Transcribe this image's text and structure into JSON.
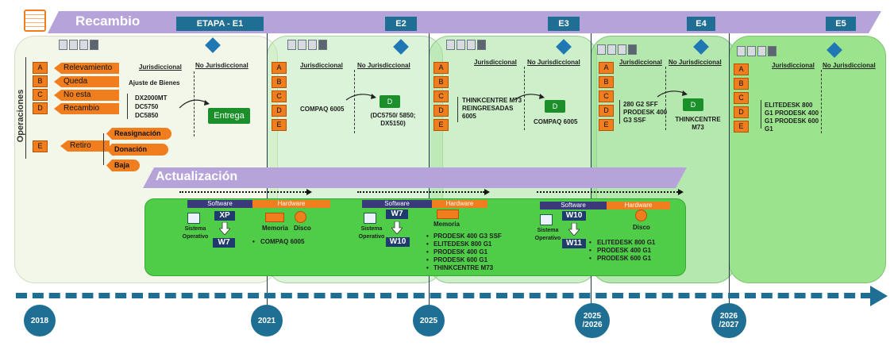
{
  "title": "Recambio",
  "actualizacion_label": "Actualización",
  "calendar_icon": "calendar-icon",
  "stages": [
    "ETAPA - E1",
    "E2",
    "E3",
    "E4",
    "E5"
  ],
  "years": [
    "2018",
    "2021",
    "2025",
    "2025 /2026",
    "2026 /2027"
  ],
  "side_label": "Operaciones",
  "letters": [
    "A",
    "B",
    "C",
    "D",
    "E"
  ],
  "e1": {
    "ops": [
      "Relevamiento",
      "Queda",
      "No esta",
      "Recambio",
      "Retiro"
    ],
    "retiro_options": [
      "Reasignación",
      "Donación",
      "Baja"
    ],
    "jurisdiccional": "Jurisdiccional",
    "no_jurisdiccional": "No Jurisdiccional",
    "ajuste": "Ajuste de Bienes",
    "models": [
      "DX2000MT",
      "DC5750",
      "DC5850"
    ],
    "entrega": "Entrega"
  },
  "e2": {
    "jurisdiccional": "Jurisdiccional",
    "no_jurisdiccional": "No Jurisdiccional",
    "model": "COMPAQ 6005",
    "d_box": "D",
    "d_note": "(DC5750/ 5850; DX5150)"
  },
  "e3": {
    "jurisdiccional": "Jurisdiccional",
    "no_jurisdiccional": "No Jurisdiccional",
    "models": "THINKCENTRE M73 REINGRESADAS 6005",
    "d_box": "D",
    "d_note": "COMPAQ 6005"
  },
  "e4": {
    "jurisdiccional": "Jurisdiccional",
    "no_jurisdiccional": "No Jurisdiccional",
    "models": "280 G2 SFF PRODESK 400 G3 SSF",
    "d_box": "D",
    "d_note": "THINKCENTRE M73"
  },
  "e5": {
    "jurisdiccional": "Jurisdiccional",
    "no_jurisdiccional": "No Jurisdiccional",
    "models": "ELITEDESK 800 G1 PRODESK 400 G1 PRODESK 600 G1"
  },
  "upd1": {
    "software": "Software",
    "hardware": "Hardware",
    "os_from": "XP",
    "os_to": "W7",
    "os_label": "Sistema Operativo",
    "memoria": "Memoria",
    "disco": "Disco",
    "models": [
      "COMPAQ 6005"
    ]
  },
  "upd2": {
    "software": "Software",
    "hardware": "Hardware",
    "os_from": "W7",
    "os_to": "W10",
    "os_label": "Sistema Operativo",
    "memoria": "Memoria",
    "models": [
      "PRODESK 400 G3 SSF",
      "ELITEDESK 800 G1",
      "PRODESK 400 G1",
      "PRODESK 600 G1",
      "THINKCENTRE M73"
    ]
  },
  "upd3": {
    "software": "Software",
    "hardware": "Hardware",
    "os_from": "W10",
    "os_to": "W11",
    "os_label": "Sistema Operativo",
    "disco": "Disco",
    "models": [
      "ELITEDESK 800 G1",
      "PRODESK 400 G1",
      "PRODESK 600 G1"
    ]
  },
  "colors": {
    "banner": "#b6a3d9",
    "stage_tag": "#1f6e94",
    "orange": "#f07e1e",
    "green_box": "#1a8f2a",
    "panel_green": "#97e08b",
    "navy": "#1f3a6c"
  }
}
